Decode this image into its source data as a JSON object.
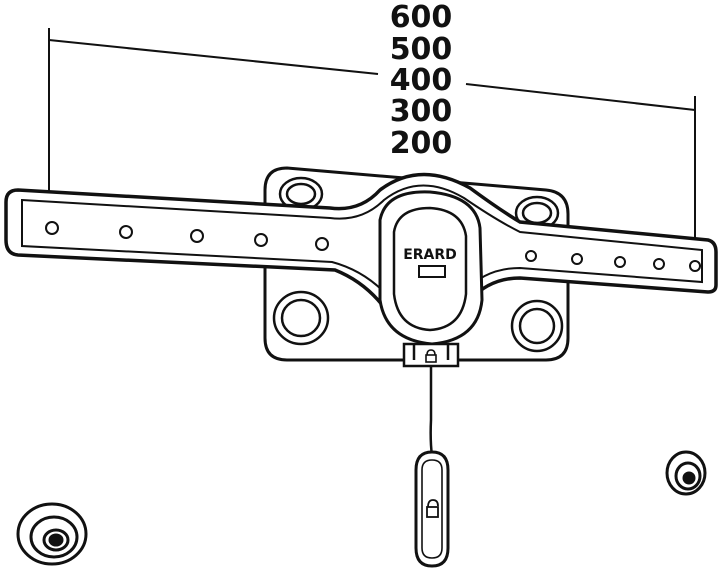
{
  "diagram": {
    "brand": "ERARD",
    "vesa_sizes": [
      "600",
      "500",
      "400",
      "300",
      "200"
    ],
    "colors": {
      "ink": "#111111",
      "paper": "#ffffff",
      "shade": "#e9e9e9"
    },
    "parts": {
      "bracket_arm": "wall-mount-arm",
      "wall_plate": "wall-plate",
      "center_hub": "center-hub",
      "safety_cord": "safety-cord",
      "pull_tab": "pull-tab-lock",
      "spacer_left": "round-spacer",
      "spacer_right": "round-spacer"
    },
    "icons": [
      "lock-icon",
      "lock-icon"
    ]
  }
}
